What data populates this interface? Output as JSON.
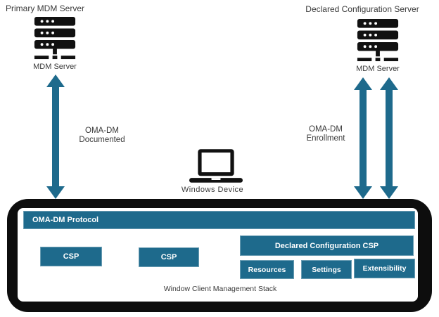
{
  "colors": {
    "teal": "#1e6a8c",
    "box_black": "#0d0d0d",
    "text": "#3a3a3a"
  },
  "icons": {
    "left_server": "server-stack-icon",
    "right_server": "server-stack-icon",
    "device": "laptop-icon",
    "left_arrow": "double-headed-vertical-arrow",
    "right_arrows": "double-headed-vertical-arrow"
  },
  "top_left": {
    "title": "Primary MDM Server",
    "server_label": "MDM Server",
    "arrow_label_line1": "OMA-DM",
    "arrow_label_line2": "Documented"
  },
  "top_right": {
    "title": "Declared Configuration Server",
    "server_label": "MDM Server",
    "arrow_label_line1": "OMA-DM",
    "arrow_label_line2": "Enrollment"
  },
  "device": {
    "label": "Windows Device"
  },
  "stack": {
    "protocol_bar": "OMA-DM Protocol",
    "csp1": "CSP",
    "csp2": "CSP",
    "declared_csp": "Declared Configuration CSP",
    "sub_boxes": [
      "Resources",
      "Settings",
      "Extensibility"
    ],
    "caption": "Window Client Management Stack"
  }
}
